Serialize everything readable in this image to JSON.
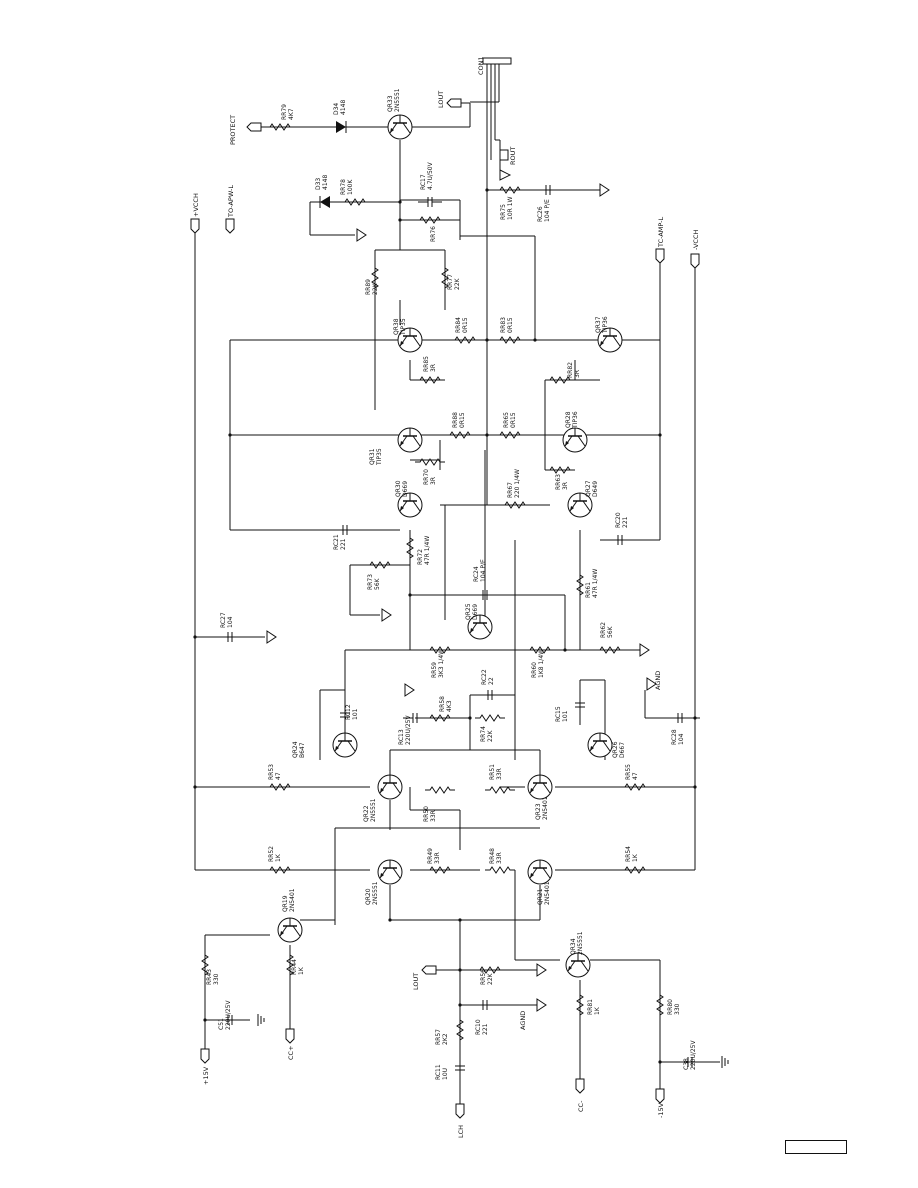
{
  "ports": [
    {
      "id": "protect",
      "text": "PROTECT"
    },
    {
      "id": "lout_top",
      "text": "LOUT"
    },
    {
      "id": "con1",
      "text": "CON1"
    },
    {
      "id": "rout",
      "text": "ROUT"
    },
    {
      "id": "vcch_pos",
      "text": "+VCCH"
    },
    {
      "id": "to_apwl",
      "text": "TO-APW-L"
    },
    {
      "id": "tc_amp",
      "text": "TC-AMP-L"
    },
    {
      "id": "vcch_neg",
      "text": "-VCCH"
    },
    {
      "id": "agnd_right",
      "text": "AGND"
    },
    {
      "id": "lout_mid",
      "text": "LOUT"
    },
    {
      "id": "agnd_mid",
      "text": "AGND"
    },
    {
      "id": "p15v",
      "text": "+15V"
    },
    {
      "id": "ccp",
      "text": "CC+"
    },
    {
      "id": "lch",
      "text": "LCH"
    },
    {
      "id": "ccm",
      "text": "CC-"
    },
    {
      "id": "m15v",
      "text": "-15V"
    }
  ],
  "components": [
    {
      "ref": "RR79",
      "val": "4K7"
    },
    {
      "ref": "D34",
      "val": "4148"
    },
    {
      "ref": "QR33",
      "val": "2N5551"
    },
    {
      "ref": "D33",
      "val": "4148"
    },
    {
      "ref": "RR78",
      "val": "100K"
    },
    {
      "ref": "RC17",
      "val": "4.7U/50V"
    },
    {
      "ref": "RR76",
      "val": ""
    },
    {
      "ref": "RR75",
      "val": "10R 1W"
    },
    {
      "ref": "RC26",
      "val": "104 P/E"
    },
    {
      "ref": "RR89",
      "val": "22K"
    },
    {
      "ref": "RR77",
      "val": "22K"
    },
    {
      "ref": "QR38",
      "val": "TIP35"
    },
    {
      "ref": "RR84",
      "val": "0R15"
    },
    {
      "ref": "RR83",
      "val": "0R15"
    },
    {
      "ref": "QR37",
      "val": "TIP36"
    },
    {
      "ref": "RR85",
      "val": "3R"
    },
    {
      "ref": "RR82",
      "val": "3R"
    },
    {
      "ref": "QR31",
      "val": "TIP35"
    },
    {
      "ref": "RR88",
      "val": "0R15"
    },
    {
      "ref": "RR65",
      "val": "0R15"
    },
    {
      "ref": "QR28",
      "val": "TIP36"
    },
    {
      "ref": "RR70",
      "val": "3R"
    },
    {
      "ref": "RR63",
      "val": "3R"
    },
    {
      "ref": "QR30",
      "val": "D669"
    },
    {
      "ref": "RR67",
      "val": "220 1/4W"
    },
    {
      "ref": "QR27",
      "val": "D649"
    },
    {
      "ref": "RC21",
      "val": "221"
    },
    {
      "ref": "RC20",
      "val": "221"
    },
    {
      "ref": "RR72",
      "val": "47R 1/4W"
    },
    {
      "ref": "RR61",
      "val": "47R 1/4W"
    },
    {
      "ref": "RR73",
      "val": "56K"
    },
    {
      "ref": "RC24",
      "val": "104 P/E"
    },
    {
      "ref": "QR25",
      "val": "D669"
    },
    {
      "ref": "RR62",
      "val": "56K"
    },
    {
      "ref": "RC27",
      "val": "104"
    },
    {
      "ref": "RR59",
      "val": "3K3 1/4W"
    },
    {
      "ref": "RR60",
      "val": "1K8 1/4W"
    },
    {
      "ref": "RC22",
      "val": "22"
    },
    {
      "ref": "RR58",
      "val": "4K3"
    },
    {
      "ref": "RC13",
      "val": "220U/25V"
    },
    {
      "ref": "RR74",
      "val": "22K"
    },
    {
      "ref": "RC12",
      "val": "101"
    },
    {
      "ref": "RC15",
      "val": "101"
    },
    {
      "ref": "QR24",
      "val": "B647"
    },
    {
      "ref": "QR26",
      "val": "D667"
    },
    {
      "ref": "RC28",
      "val": "104"
    },
    {
      "ref": "RR53",
      "val": "47"
    },
    {
      "ref": "QR22",
      "val": "2N5551"
    },
    {
      "ref": "RR51",
      "val": "33R"
    },
    {
      "ref": "QR23",
      "val": "2N5401"
    },
    {
      "ref": "RR55",
      "val": "47"
    },
    {
      "ref": "RR50",
      "val": "33R"
    },
    {
      "ref": "RR52",
      "val": "1K"
    },
    {
      "ref": "QR20",
      "val": "2N5551"
    },
    {
      "ref": "RR49",
      "val": "33R"
    },
    {
      "ref": "RR48",
      "val": "33R"
    },
    {
      "ref": "QR21",
      "val": "2N5401"
    },
    {
      "ref": "RR54",
      "val": "1K"
    },
    {
      "ref": "QR19",
      "val": "2N5401"
    },
    {
      "ref": "RR43",
      "val": "330"
    },
    {
      "ref": "RR44",
      "val": "1K"
    },
    {
      "ref": "C51",
      "val": "220U/25V"
    },
    {
      "ref": "RR56",
      "val": "22K"
    },
    {
      "ref": "RR57",
      "val": "2K2"
    },
    {
      "ref": "RC10",
      "val": "221"
    },
    {
      "ref": "RC11",
      "val": "10U"
    },
    {
      "ref": "QR34",
      "val": "2N5551"
    },
    {
      "ref": "RR81",
      "val": "1K"
    },
    {
      "ref": "RR80",
      "val": "330"
    },
    {
      "ref": "C38",
      "val": "220U/25V"
    }
  ]
}
